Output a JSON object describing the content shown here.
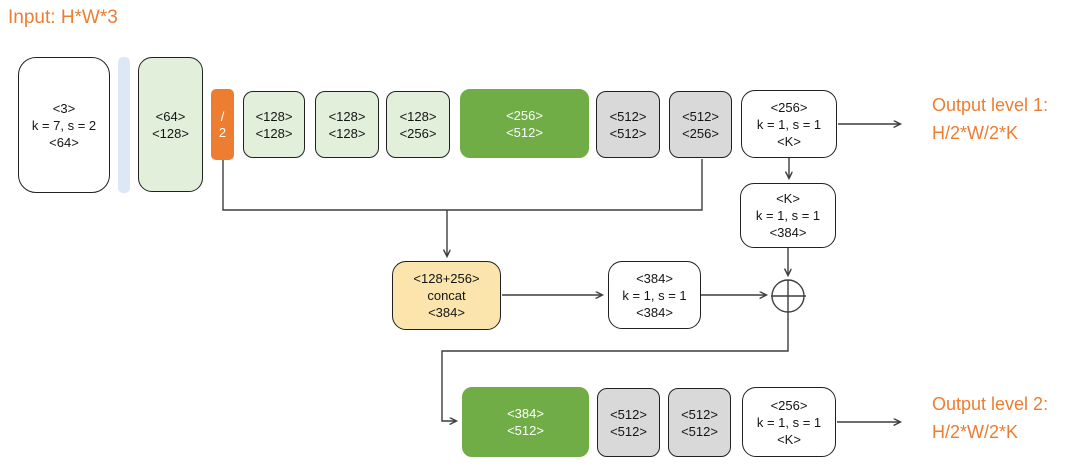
{
  "title": "Input: H*W*3",
  "outputs": {
    "level1": {
      "lines": [
        "Output level 1:",
        "H/2*W/2*K"
      ]
    },
    "level2": {
      "lines": [
        "Output level 2:",
        "H/2*W/2*K"
      ]
    }
  },
  "boxes": {
    "input_conv": {
      "lines": [
        "<3>",
        "k = 7, s = 2",
        "<64>"
      ]
    },
    "enc1": {
      "lines": [
        "<64>",
        "<128>"
      ]
    },
    "downsample": {
      "lines": [
        "/",
        "2"
      ]
    },
    "enc2": {
      "lines": [
        "<128>",
        "<128>"
      ]
    },
    "enc3": {
      "lines": [
        "<128>",
        "<128>"
      ]
    },
    "enc4": {
      "lines": [
        "<128>",
        "<256>"
      ]
    },
    "enc5": {
      "lines": [
        "<256>",
        "<512>"
      ]
    },
    "enc6": {
      "lines": [
        "<512>",
        "<512>"
      ]
    },
    "enc7": {
      "lines": [
        "<512>",
        "<256>"
      ]
    },
    "head1": {
      "lines": [
        "<256>",
        "k = 1, s = 1",
        "<K>"
      ]
    },
    "reproj": {
      "lines": [
        "<K>",
        "k = 1, s = 1",
        "<384>"
      ]
    },
    "concat": {
      "lines": [
        "<128+256>",
        "concat",
        "<384>"
      ]
    },
    "fuse": {
      "lines": [
        "<384>",
        "k = 1, s = 1",
        "<384>"
      ]
    },
    "dec1": {
      "lines": [
        "<384>",
        "<512>"
      ]
    },
    "dec2": {
      "lines": [
        "<512>",
        "<512>"
      ]
    },
    "dec3": {
      "lines": [
        "<512>",
        "<512>"
      ]
    },
    "head2": {
      "lines": [
        "<256>",
        "k = 1, s = 1",
        "<K>"
      ]
    }
  },
  "icons": {
    "add": "plus-circle-icon"
  },
  "colors": {
    "accent_orange": "#ED7D31",
    "light_green": "#E2EFDA",
    "dark_green": "#70AD47",
    "gray": "#D9D9D9",
    "yellow": "#FBE5AD",
    "light_blue": "#DCE8F5",
    "line": "#3d3d3d"
  }
}
